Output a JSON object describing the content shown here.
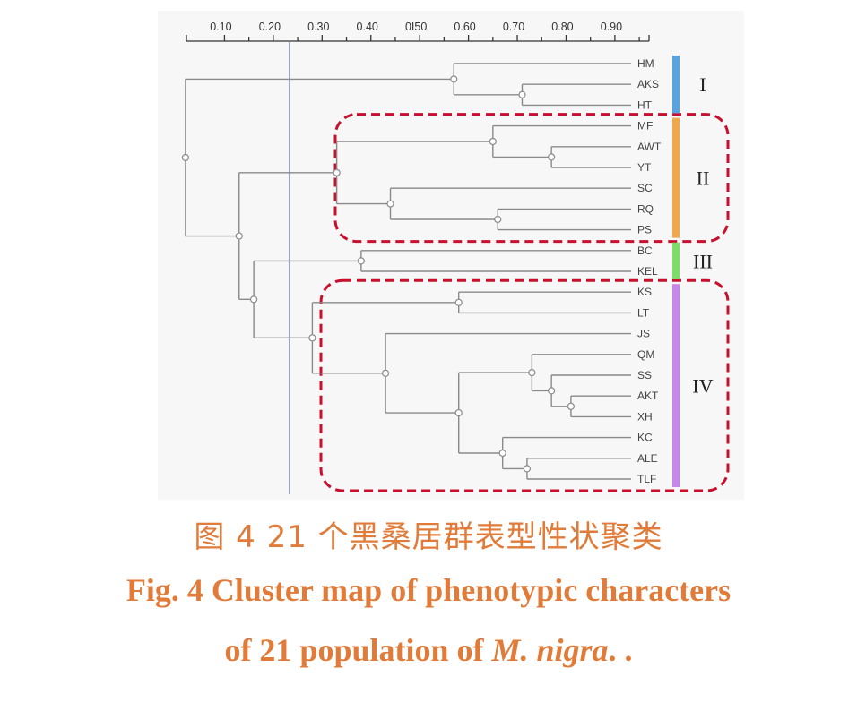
{
  "axis": {
    "tick_labels": [
      "0.10",
      "0.20",
      "0.30",
      "0.40",
      "0I50",
      "0.60",
      "0.70",
      "0.80",
      "0.90"
    ],
    "ticks": [
      0.1,
      0.2,
      0.3,
      0.4,
      0.5,
      0.6,
      0.7,
      0.8,
      0.9
    ],
    "range": [
      0.0,
      0.97
    ],
    "reference_line": 0.2
  },
  "leaves": [
    "HM",
    "AKS",
    "HT",
    "MF",
    "AWT",
    "YT",
    "SC",
    "RQ",
    "PS",
    "BC",
    "KEL",
    "KS",
    "LT",
    "JS",
    "QM",
    "SS",
    "AKT",
    "XH",
    "KC",
    "ALE",
    "TLF"
  ],
  "clusters": [
    {
      "id": "c1",
      "children": [
        "AKS",
        "HT"
      ],
      "height": 0.71
    },
    {
      "id": "c2",
      "children": [
        "HM",
        "c1"
      ],
      "height": 0.57
    },
    {
      "id": "c3",
      "children": [
        "AWT",
        "YT"
      ],
      "height": 0.77
    },
    {
      "id": "c4",
      "children": [
        "MF",
        "c3"
      ],
      "height": 0.65
    },
    {
      "id": "c5",
      "children": [
        "RQ",
        "PS"
      ],
      "height": 0.66
    },
    {
      "id": "c6",
      "children": [
        "SC",
        "c5"
      ],
      "height": 0.44
    },
    {
      "id": "c7",
      "children": [
        "c4",
        "c6"
      ],
      "height": 0.33
    },
    {
      "id": "c8",
      "children": [
        "BC",
        "KEL"
      ],
      "height": 0.38
    },
    {
      "id": "c9",
      "children": [
        "KS",
        "LT"
      ],
      "height": 0.58
    },
    {
      "id": "c10",
      "children": [
        "AKT",
        "XH"
      ],
      "height": 0.81
    },
    {
      "id": "c11",
      "children": [
        "SS",
        "c10"
      ],
      "height": 0.77
    },
    {
      "id": "c12",
      "children": [
        "QM",
        "c11"
      ],
      "height": 0.73
    },
    {
      "id": "c13",
      "children": [
        "ALE",
        "TLF"
      ],
      "height": 0.72
    },
    {
      "id": "c14",
      "children": [
        "KC",
        "c13"
      ],
      "height": 0.67
    },
    {
      "id": "c15",
      "children": [
        "c12",
        "c14"
      ],
      "height": 0.58
    },
    {
      "id": "c16",
      "children": [
        "JS",
        "c15"
      ],
      "height": 0.43
    },
    {
      "id": "c17",
      "children": [
        "c9",
        "c16"
      ],
      "height": 0.28
    },
    {
      "id": "c18",
      "children": [
        "c8",
        "c17"
      ],
      "height": 0.16
    },
    {
      "id": "c19",
      "children": [
        "c7",
        "c18"
      ],
      "height": 0.13
    },
    {
      "id": "c20",
      "children": [
        "c2",
        "c19"
      ],
      "height": 0.02
    }
  ],
  "groups": [
    {
      "label": "I",
      "first": "HM",
      "last": "HT",
      "color": "#5ba3df",
      "dashed_box": false
    },
    {
      "label": "II",
      "first": "MF",
      "last": "PS",
      "color": "#f0a84e",
      "dashed_box": true
    },
    {
      "label": "III",
      "first": "BC",
      "last": "KEL",
      "color": "#7edc6a",
      "dashed_box": false
    },
    {
      "label": "IV",
      "first": "KS",
      "last": "TLF",
      "color": "#c887e8",
      "dashed_box": true
    }
  ],
  "colors": {
    "dashed_box": "#c8102e",
    "caption": "#e07b39",
    "branch": "#8a8a8a"
  },
  "caption": {
    "zh": "图 4    21 个黑桑居群表型性状聚类",
    "en_line1": "Fig. 4    Cluster map of phenotypic characters",
    "en_line2_prefix": "of 21 population of ",
    "en_line2_species": "M. nigra",
    "en_line2_suffix": ". ."
  }
}
